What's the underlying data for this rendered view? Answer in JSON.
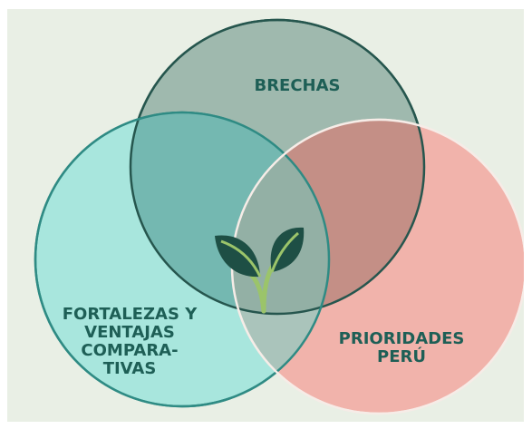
{
  "colors": {
    "background": "#e9efe5",
    "text": "#1e5f56",
    "circle_brechas": "#3f8070",
    "circle_fortalezas": "#9be8dc",
    "circle_prioridades": "#ef9a8f",
    "stroke": "#26564e",
    "leaf": "#1e4f45",
    "stem": "#9bc46a"
  },
  "venn": {
    "brechas": {
      "label": "BRECHAS"
    },
    "fortalezas": {
      "lines": [
        "FORTALEZAS Y",
        "VENTAJAS",
        "COMPARA-",
        "TIVAS"
      ]
    },
    "prioridades": {
      "lines": [
        "PRIORIDADES",
        "PERÚ"
      ]
    },
    "center_icon": "sprout-icon"
  }
}
